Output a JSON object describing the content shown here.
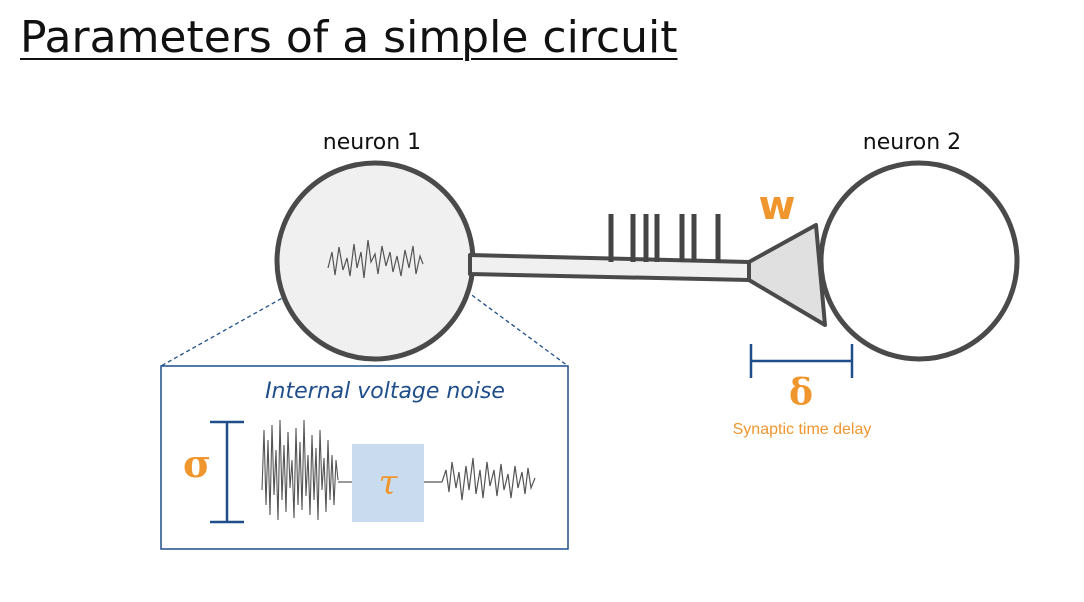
{
  "title": "Parameters of a simple circuit",
  "neurons": {
    "neuron1_label": "neuron 1",
    "neuron2_label": "neuron 2"
  },
  "weight_label": "w",
  "delay": {
    "symbol": "δ",
    "caption": "Synaptic time delay"
  },
  "noise_panel": {
    "title": "Internal voltage noise",
    "sigma_symbol": "σ",
    "tau_symbol": "τ"
  },
  "colors": {
    "orange": "#f0962e",
    "navy": "#1f4e8a",
    "outline": "#4a4a4a",
    "neuron_fill": "#f0f0f0",
    "tau_box": "#c9dcef"
  }
}
